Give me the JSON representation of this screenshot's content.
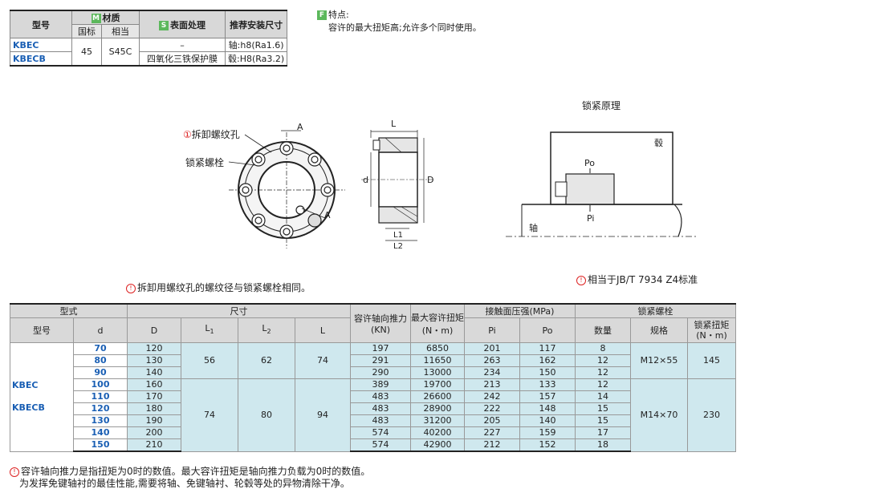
{
  "spec": {
    "h_model": "型号",
    "h_material_badge": "M",
    "h_material": "材质",
    "h_national": "国标",
    "h_equiv": "相当",
    "h_surface_badge": "S",
    "h_surface": "表面处理",
    "h_tolerance": "推荐安装尺寸",
    "model1": "KBEC",
    "model2": "KBECB",
    "national": "45",
    "equiv": "S45C",
    "surface1": "–",
    "surface2": "四氧化三铁保护膜",
    "tol1": "轴:h8(Ra1.6)",
    "tol2": "毂:H8(Ra3.2)"
  },
  "feature": {
    "badge": "F",
    "title": "特点:",
    "text": "容许的最大扭矩高;允许多个同时使用。"
  },
  "diagram": {
    "lock_title": "锁紧原理",
    "removal_hole": "拆卸螺纹孔",
    "lock_bolt": "锁紧螺栓",
    "A": "A",
    "L": "L",
    "L1": "L1",
    "L2": "L2",
    "d": "d",
    "D": "D",
    "hub": "毂",
    "shaft": "轴",
    "Po": "Po",
    "Pi": "Pi",
    "note1": "拆卸用螺纹孔的螺纹径与锁紧螺栓相同。",
    "note2": "相当于JB/T 7934 Z4标准"
  },
  "table": {
    "h_type": "型式",
    "h_dim": "尺寸",
    "h_axial": "容许轴向推力",
    "h_axial_unit": "(KN)",
    "h_torque": "最大容许扭矩",
    "h_torque_unit": "(N・m)",
    "h_pressure": "接触面压强(MPa)",
    "h_bolt": "锁紧螺栓",
    "h_model": "型号",
    "h_d": "d",
    "h_D": "D",
    "h_L1": "L",
    "h_L1_sub": "1",
    "h_L2": "L",
    "h_L2_sub": "2",
    "h_L": "L",
    "h_Pi": "Pi",
    "h_Po": "Po",
    "h_qty": "数量",
    "h_spec": "规格",
    "h_bolt_torque": "锁紧扭矩",
    "h_bolt_torque_unit": "(N・m)",
    "model1": "KBEC",
    "model2": "KBECB",
    "groupA": {
      "L1": "56",
      "L2": "62",
      "L": "74",
      "spec": "M12×55",
      "torque": "145"
    },
    "groupB": {
      "L1": "74",
      "L2": "80",
      "L": "94",
      "spec": "M14×70",
      "torque": "230"
    },
    "rows": [
      {
        "d": "70",
        "D": "120",
        "axial": "197",
        "torque": "6850",
        "Pi": "201",
        "Po": "117",
        "qty": "8"
      },
      {
        "d": "80",
        "D": "130",
        "axial": "291",
        "torque": "11650",
        "Pi": "263",
        "Po": "162",
        "qty": "12"
      },
      {
        "d": "90",
        "D": "140",
        "axial": "290",
        "torque": "13000",
        "Pi": "234",
        "Po": "150",
        "qty": "12"
      },
      {
        "d": "100",
        "D": "160",
        "axial": "389",
        "torque": "19700",
        "Pi": "213",
        "Po": "133",
        "qty": "12"
      },
      {
        "d": "110",
        "D": "170",
        "axial": "483",
        "torque": "26600",
        "Pi": "242",
        "Po": "157",
        "qty": "14"
      },
      {
        "d": "120",
        "D": "180",
        "axial": "483",
        "torque": "28900",
        "Pi": "222",
        "Po": "148",
        "qty": "15"
      },
      {
        "d": "130",
        "D": "190",
        "axial": "483",
        "torque": "31200",
        "Pi": "205",
        "Po": "140",
        "qty": "15"
      },
      {
        "d": "140",
        "D": "200",
        "axial": "574",
        "torque": "40200",
        "Pi": "227",
        "Po": "159",
        "qty": "17"
      },
      {
        "d": "150",
        "D": "210",
        "axial": "574",
        "torque": "42900",
        "Pi": "212",
        "Po": "152",
        "qty": "18"
      }
    ]
  },
  "footer": {
    "line1": "容许轴向推力是指扭矩为0时的数值。最大容许扭矩是轴向推力负载为0时的数值。",
    "line2": "为发挥免键轴衬的最佳性能,需要将轴、免键轴衬、轮毂等处的异物清除干净。"
  }
}
